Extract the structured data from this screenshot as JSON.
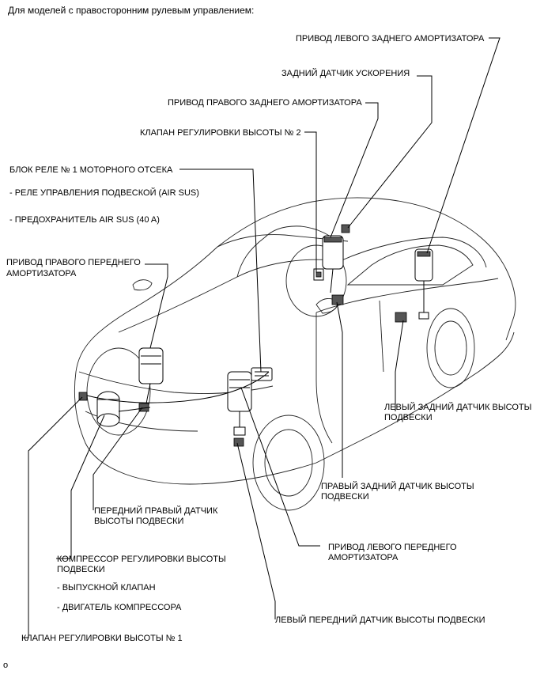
{
  "header": "Для моделей с правосторонним рулевым управлением:",
  "labels": {
    "rear_left_actuator": "ПРИВОД ЛЕВОГО ЗАДНЕГО АМОРТИЗАТОРА",
    "rear_accel_sensor": "ЗАДНИЙ ДАТЧИК УСКОРЕНИЯ",
    "rear_right_actuator": "ПРИВОД ПРАВОГО ЗАДНЕГО АМОРТИЗАТОРА",
    "height_valve_2": "КЛАПАН РЕГУЛИРОВКИ ВЫСОТЫ № 2",
    "relay_block": "БЛОК РЕЛЕ № 1 МОТОРНОГО ОТСЕКА",
    "relay_sub_1": "- РЕЛЕ УПРАВЛЕНИЯ ПОДВЕСКОЙ (AIR SUS)",
    "relay_sub_2": "- ПРЕДОХРАНИТЕЛЬ AIR SUS (40 A)",
    "front_right_actuator_1": "ПРИВОД ПРАВОГО ПЕРЕДНЕГО",
    "front_right_actuator_2": "АМОРТИЗАТОРА",
    "rear_left_height_1": "ЛЕВЫЙ ЗАДНИЙ ДАТЧИК ВЫСОТЫ",
    "rear_left_height_2": "ПОДВЕСКИ",
    "rear_right_height_1": "ПРАВЫЙ ЗАДНИЙ ДАТЧИК ВЫСОТЫ",
    "rear_right_height_2": "ПОДВЕСКИ",
    "front_right_height_1": "ПЕРЕДНИЙ ПРАВЫЙ ДАТЧИК",
    "front_right_height_2": "ВЫСОТЫ ПОДВЕСКИ",
    "front_left_actuator_1": "ПРИВОД ЛЕВОГО ПЕРЕДНЕГО",
    "front_left_actuator_2": "АМОРТИЗАТОРА",
    "compressor_1": "КОМПРЕССОР РЕГУЛИРОВКИ ВЫСОТЫ",
    "compressor_2": "ПОДВЕСКИ",
    "compressor_sub_1": "- ВЫПУСКНОЙ КЛАПАН",
    "compressor_sub_2": "- ДВИГАТЕЛЬ КОМПРЕССОРА",
    "front_left_height": "ЛЕВЫЙ ПЕРЕДНИЙ ДАТЧИК ВЫСОТЫ ПОДВЕСКИ",
    "height_valve_1": "КЛАПАН РЕГУЛИРОВКИ ВЫСОТЫ № 1"
  },
  "footer_mark": "o"
}
